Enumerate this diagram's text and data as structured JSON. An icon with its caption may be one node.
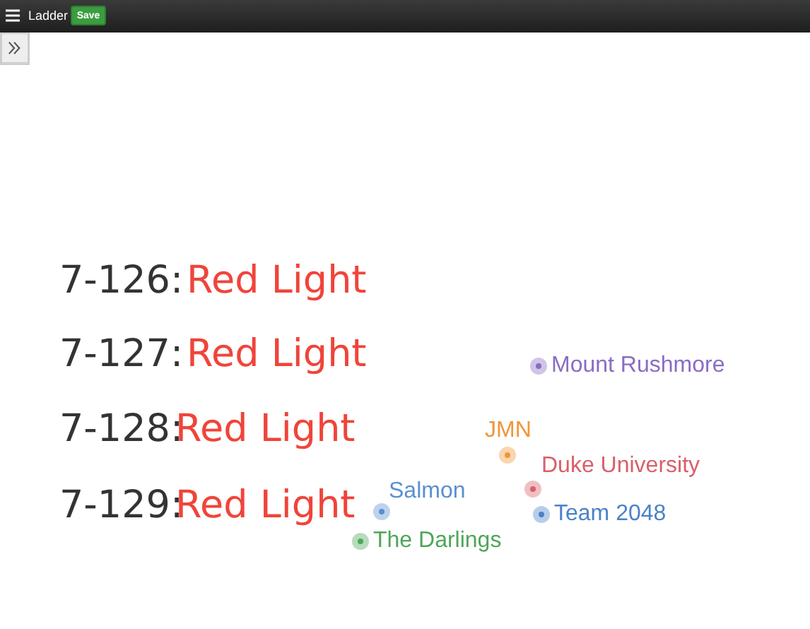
{
  "diagram": {
    "labels": [
      "Ladder",
      "Save",
      "7-126:",
      "Red Light",
      "7-127:",
      "Red Light",
      "7-128:",
      "Red Light",
      "7-129:",
      "Red Light",
      "Mount Rushmore",
      "JMN",
      "Duke University",
      "Salmon",
      "Team 2048",
      "The Darlings"
    ]
  }
}
